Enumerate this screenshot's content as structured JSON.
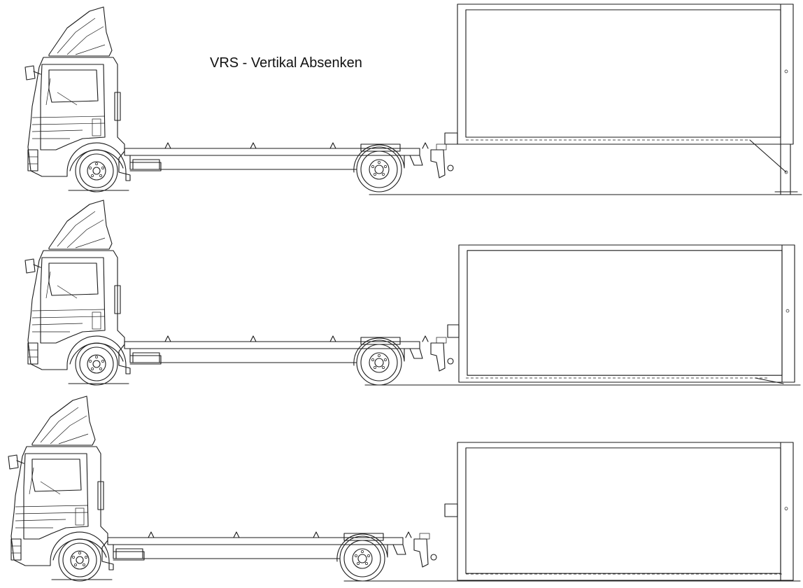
{
  "diagram": {
    "title": "VRS - Vertikal Absenken",
    "stages": [
      {
        "id": "stage-1"
      },
      {
        "id": "stage-2"
      },
      {
        "id": "stage-3"
      }
    ]
  }
}
